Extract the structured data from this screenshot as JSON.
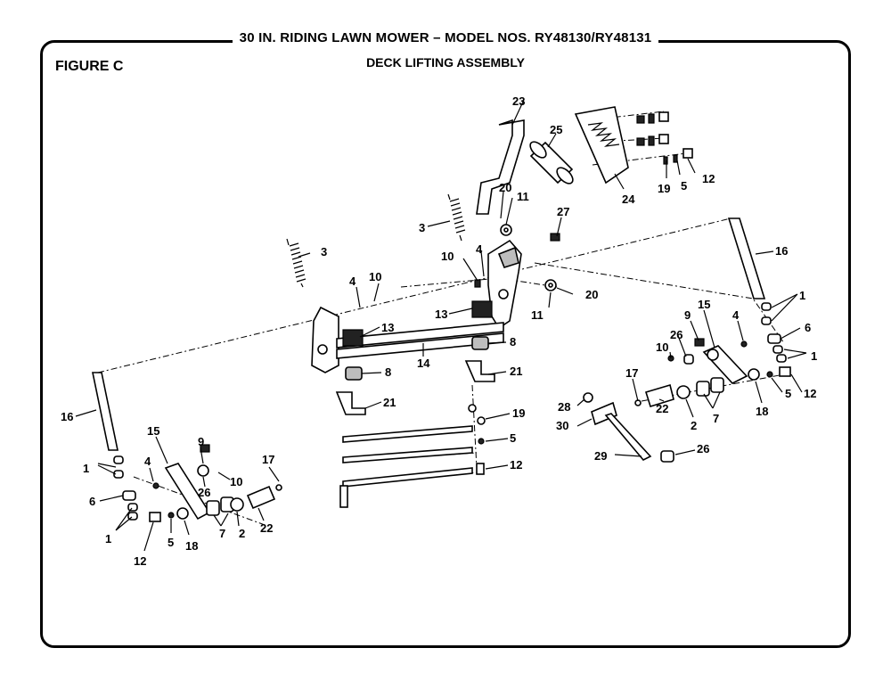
{
  "header": {
    "title": "30 IN. RIDING LAWN MOWER – MODEL NOS. RY48130/RY48131",
    "subtitle": "DECK LIFTING ASSEMBLY",
    "figure": "FIGURE C"
  },
  "callouts": {
    "c23": "23",
    "c25": "25",
    "c24": "24",
    "c19a": "19",
    "c5a": "5",
    "c12a": "12",
    "c20a": "20",
    "c11a": "11",
    "c3a": "3",
    "c27": "27",
    "c3b": "3",
    "c4a": "4",
    "c10a": "10",
    "c4b": "4",
    "c10b": "10",
    "c20b": "20",
    "c11b": "11",
    "c13a": "13",
    "c13b": "13",
    "c14": "14",
    "c8a": "8",
    "c8b": "8",
    "c21a": "21",
    "c21b": "21",
    "c19b": "19",
    "c5b": "5",
    "c12b": "12",
    "c16a": "16",
    "c1a": "1",
    "c6a": "6",
    "c1b": "1",
    "c15a": "15",
    "c9a": "9",
    "c4c": "4",
    "c26a": "26",
    "c10c": "10",
    "c17a": "17",
    "c22a": "22",
    "c2a": "2",
    "c7a": "7",
    "c18a": "18",
    "c5c": "5",
    "c12c": "12",
    "c16b": "16",
    "c1c": "1",
    "c6b": "6",
    "c1d": "1",
    "c15b": "15",
    "c9b": "9",
    "c4d": "4",
    "c26b": "26",
    "c10d": "10",
    "c17b": "17",
    "c22b": "22",
    "c2b": "2",
    "c7b": "7",
    "c18b": "18",
    "c5d": "5",
    "c12d": "12",
    "c28": "28",
    "c30": "30",
    "c29": "29",
    "c26c": "26"
  }
}
